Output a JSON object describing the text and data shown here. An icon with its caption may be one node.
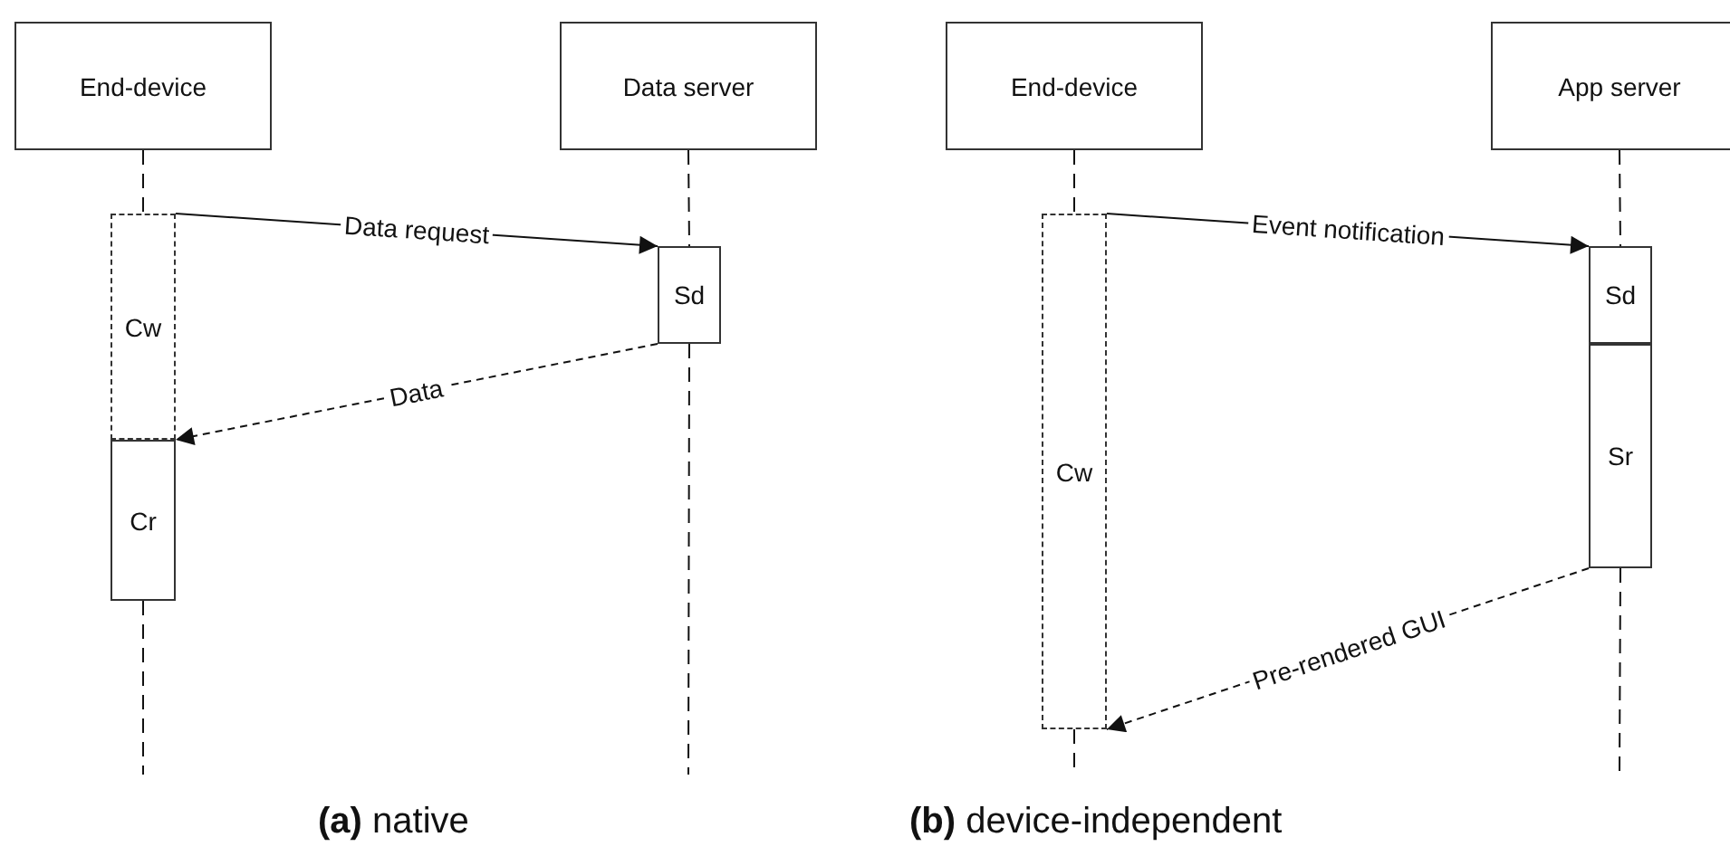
{
  "diagram": {
    "nodes": [
      {
        "text": [
          "End-device"
        ]
      },
      {
        "text": [
          "Data server"
        ]
      },
      {
        "text": [
          "Cw"
        ]
      },
      {
        "text": [
          "Cr"
        ]
      },
      {
        "text": [
          "Sd"
        ]
      },
      {
        "text": [
          "End-device"
        ]
      },
      {
        "text": [
          "App server"
        ]
      },
      {
        "text": [
          "Cw"
        ]
      },
      {
        "text": [
          "Sd"
        ]
      },
      {
        "text": [
          "Sr"
        ]
      }
    ],
    "edges": [
      {
        "from": 2,
        "to": 4,
        "arrow": "to",
        "label": "Data request"
      },
      {
        "from": 4,
        "to": 3,
        "arrow": "to",
        "label": "Data",
        "style": "dashed"
      },
      {
        "from": 7,
        "to": 8,
        "arrow": "to",
        "label": "Event notification"
      },
      {
        "from": 9,
        "to": 7,
        "arrow": "to",
        "label": "Pre-rendered GUI",
        "style": "dashed"
      },
      {
        "from": 0,
        "to": 2,
        "arrow": "none",
        "style": "dashed"
      },
      {
        "from": 3,
        "to": null,
        "arrow": "none",
        "style": "dashed"
      },
      {
        "from": 1,
        "to": 4,
        "arrow": "none",
        "style": "dashed"
      },
      {
        "from": 4,
        "to": null,
        "arrow": "none",
        "style": "dashed"
      },
      {
        "from": 5,
        "to": 7,
        "arrow": "none",
        "style": "dashed"
      },
      {
        "from": 7,
        "to": null,
        "arrow": "none",
        "style": "dashed"
      },
      {
        "from": 6,
        "to": 8,
        "arrow": "none",
        "style": "dashed"
      },
      {
        "from": 9,
        "to": null,
        "arrow": "none",
        "style": "dashed"
      }
    ],
    "labels": [
      "**(a)** native",
      "**(b)** device-independent"
    ]
  }
}
